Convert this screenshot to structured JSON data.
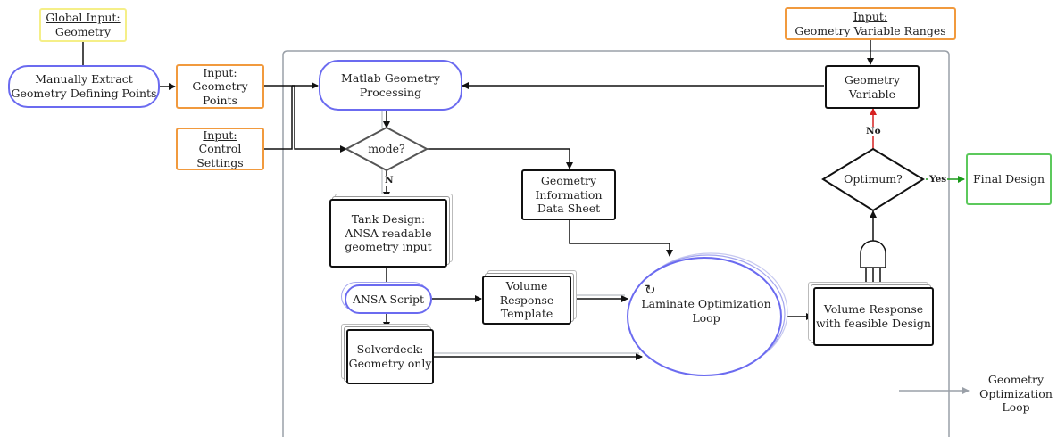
{
  "nodes": {
    "global_input": {
      "title": "Global Input:",
      "text": "Geometry"
    },
    "manual_extract": {
      "line1": "Manually Extract",
      "line2": "Geometry Defining Points"
    },
    "input_geometry_points": {
      "line1": "Input:",
      "line2": "Geometry",
      "line3": "Points"
    },
    "input_control_settings": {
      "title": "Input:",
      "line1": "Control",
      "line2": "Settings"
    },
    "matlab_processing": {
      "line1": "Matlab Geometry",
      "line2": "Processing"
    },
    "mode_decision": {
      "text": "mode?"
    },
    "tank_design": {
      "line1": "Tank Design:",
      "line2": "ANSA readable",
      "line3": "geometry input"
    },
    "geometry_info": {
      "line1": "Geometry",
      "line2": "Information",
      "line3": "Data Sheet"
    },
    "ansa_script": {
      "text": "ANSA Script"
    },
    "volume_response_template": {
      "line1": "Volume",
      "line2": "Response",
      "line3": "Template"
    },
    "solverdeck": {
      "line1": "Solverdeck:",
      "line2": "Geometry only"
    },
    "laminate_loop": {
      "line1": "Laminate Optimization",
      "line2": "Loop",
      "icon": "refresh-icon"
    },
    "volume_response_feasible": {
      "line1": "Volume Response",
      "line2": "with feasible Design"
    },
    "input_variable_ranges": {
      "title": "Input:",
      "text": "Geometry Variable Ranges"
    },
    "geometry_variable": {
      "line1": "Geometry",
      "line2": "Variable"
    },
    "optimum_decision": {
      "text": "Optimum?"
    },
    "final_design": {
      "text": "Final Design"
    }
  },
  "edge_labels": {
    "n": "N",
    "no": "No",
    "yes": "Yes"
  },
  "legend": {
    "line1": "Geometry",
    "line2": "Optimization",
    "line3": "Loop"
  },
  "colors": {
    "process_pill": "#6b6bf0",
    "input_box": "#f19a3e",
    "global_input_box": "#f5ef88",
    "final_box": "#5cc95c",
    "no_arrow": "#d62020",
    "yes_arrow": "#1a9a1a",
    "loop_frame": "#9aa0a8"
  }
}
